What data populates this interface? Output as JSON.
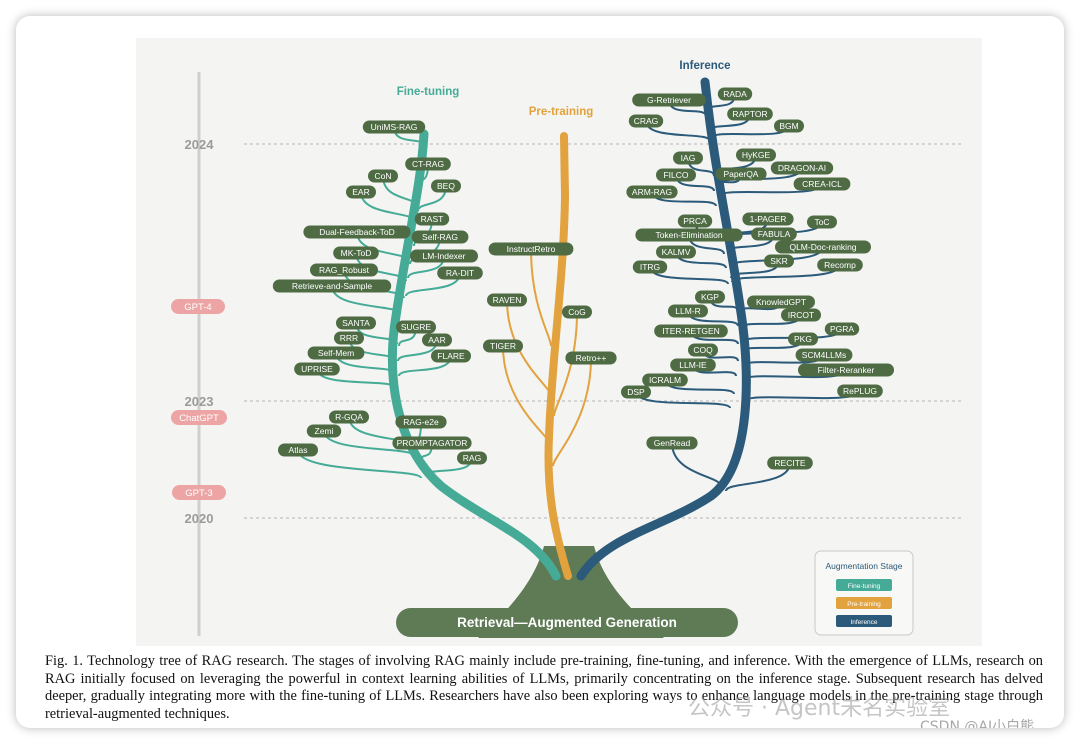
{
  "root_label": "Retrieval—Augmented Generation",
  "branches": {
    "fine_tuning": {
      "title": "Fine-tuning",
      "color": "#45ab96"
    },
    "pre_training": {
      "title": "Pre-training",
      "color": "#e2a23e"
    },
    "inference": {
      "title": "Inference",
      "color": "#2b5a7a"
    }
  },
  "timeline": {
    "years": [
      "2024",
      "2023",
      "2020"
    ],
    "milestones": [
      "GPT-4",
      "ChatGPT",
      "GPT-3"
    ]
  },
  "legend": {
    "title": "Augmentation Stage",
    "items": [
      "Fine-tuning",
      "Pre-training",
      "Inference"
    ]
  },
  "fine_tuning_nodes": [
    "UniMS-RAG",
    "CT-RAG",
    "CoN",
    "EAR",
    "BEQ",
    "RAST",
    "Dual-Feedback-ToD",
    "Self-RAG",
    "MK-ToD",
    "LM-Indexer",
    "RAG_Robust",
    "RA-DIT",
    "Retrieve-and-Sample",
    "SANTA",
    "SUGRE",
    "RRR",
    "AAR",
    "Self-Mem",
    "FLARE",
    "UPRISE",
    "R-GQA",
    "RAG-e2e",
    "Zemi",
    "PROMPTAGATOR",
    "Atlas",
    "RAG"
  ],
  "pre_training_nodes": [
    "InstructRetro",
    "RAVEN",
    "CoG",
    "TIGER",
    "Retro++"
  ],
  "inference_nodes": [
    "RADA",
    "G-Retriever",
    "RAPTOR",
    "CRAG",
    "BGM",
    "IAG",
    "HyKGE",
    "DRAGON-AI",
    "FILCO",
    "PaperQA",
    "CREA-ICL",
    "ARM-RAG",
    "PRCA",
    "1-PAGER",
    "ToC",
    "Token-Elimination",
    "FABULA",
    "KALMV",
    "QLM-Doc-ranking",
    "SKR",
    "ITRG",
    "Recomp",
    "KGP",
    "KnowledGPT",
    "LLM-R",
    "IRCOT",
    "ITER-RETGEN",
    "PGRA",
    "PKG",
    "COQ",
    "SCM4LLMs",
    "LLM-IE",
    "Filter-Reranker",
    "ICRALM",
    "DSP",
    "RePLUG",
    "GenRead",
    "RECITE"
  ],
  "caption": "Fig. 1.  Technology tree of RAG research. The stages of involving RAG mainly include pre-training, fine-tuning, and inference. With the emergence of LLMs, research on RAG initially focused on leveraging the powerful in context learning abilities of LLMs, primarily concentrating on the inference stage. Subsequent research has delved deeper, gradually integrating more with the fine-tuning of LLMs. Researchers have also been exploring ways to enhance language models in the pre-training stage through retrieval-augmented techniques.",
  "watermarks": [
    "公众号 · Agent未名实验室",
    "CSDN @AI小白熊"
  ]
}
